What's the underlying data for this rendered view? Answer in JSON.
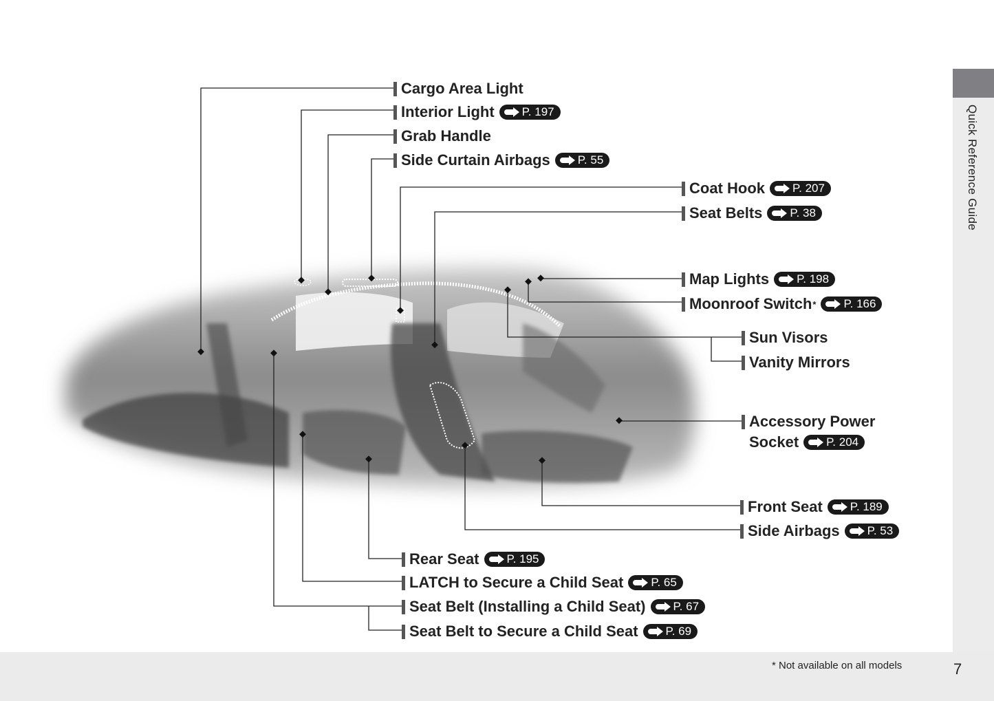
{
  "side_tab": {
    "title": "Quick Reference Guide"
  },
  "footer": {
    "footnote": "* Not available on all models",
    "page_number": "7"
  },
  "callouts": [
    {
      "text": "Cargo Area Light",
      "ref": null
    },
    {
      "text": "Interior Light",
      "ref": "P. 197"
    },
    {
      "text": "Grab Handle",
      "ref": null
    },
    {
      "text": "Side Curtain Airbags",
      "ref": "P. 55"
    },
    {
      "text": "Coat Hook",
      "ref": "P. 207"
    },
    {
      "text": "Seat Belts",
      "ref": "P. 38"
    },
    {
      "text": "Map Lights",
      "ref": "P. 198"
    },
    {
      "text": "Moonroof Switch",
      "ref": "P. 166",
      "asterisk": "*"
    },
    {
      "text": "Sun Visors",
      "ref": null
    },
    {
      "text": "Vanity Mirrors",
      "ref": null
    },
    {
      "text": "Accessory Power",
      "text2": "Socket",
      "ref": "P. 204"
    },
    {
      "text": "Front Seat",
      "ref": "P. 189"
    },
    {
      "text": "Side Airbags",
      "ref": "P. 53"
    },
    {
      "text": "Rear Seat",
      "ref": "P. 195"
    },
    {
      "text": "LATCH to Secure a Child Seat",
      "ref": "P. 65"
    },
    {
      "text": "Seat Belt (Installing a Child Seat)",
      "ref": "P. 67"
    },
    {
      "text": "Seat Belt to Secure a Child Seat",
      "ref": "P. 69"
    }
  ],
  "colors": {
    "badge": "#1a1a1a",
    "tab_dark": "#808084",
    "tab_light": "#ececec",
    "footer": "#ebebeb"
  }
}
